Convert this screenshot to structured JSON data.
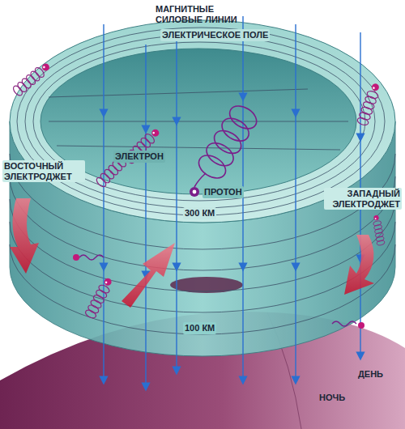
{
  "diagram": {
    "labels": [
      "МАГНИТНЫЕ СИЛОВЫЕ ЛИНИИ",
      "ЭЛЕКТРИЧЕСКОЕ ПОЛЕ",
      "ЭЛЕКТРОН",
      "ПРОТОН",
      "ВОСТОЧНЫЙ ЭЛЕКТРОДЖЕТ",
      "ЗАПАДНЫЙ ЭЛЕКТРОДЖЕТ",
      "300 КМ",
      "100 КМ",
      "ДЕНЬ",
      "НОЧЬ"
    ]
  }
}
